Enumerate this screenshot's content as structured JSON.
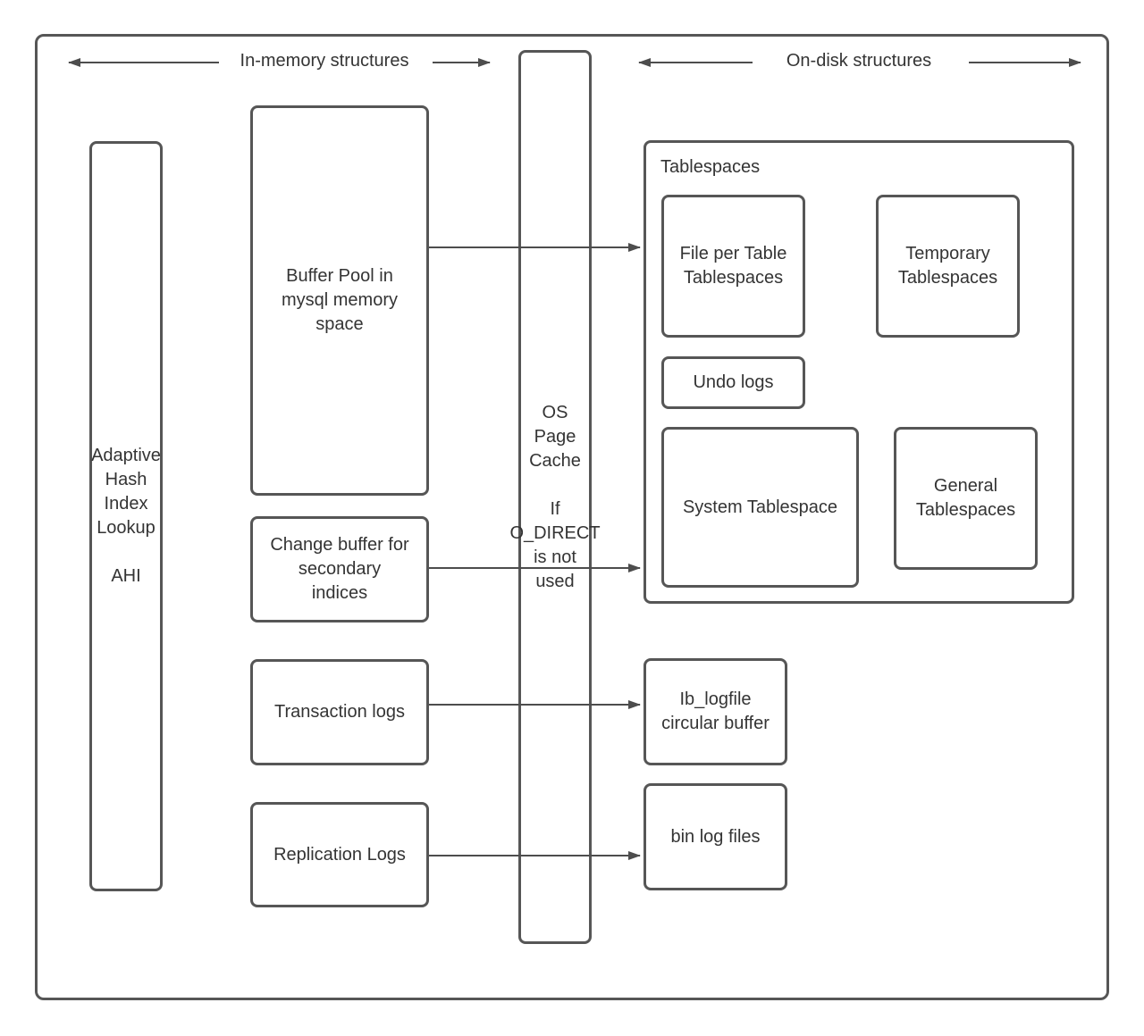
{
  "headers": {
    "in_memory_label": "In-memory structures",
    "on_disk_label": "On-disk structures"
  },
  "nodes": {
    "ahi": {
      "label": "Adaptive\nHash\nIndex\nLookup\n\nAHI"
    },
    "buffer_pool": {
      "label": "Buffer Pool in\nmysql memory\nspace"
    },
    "change_buffer": {
      "label": "Change buffer for\nsecondary\nindices"
    },
    "transaction_logs": {
      "label": "Transaction logs"
    },
    "replication_logs": {
      "label": "Replication Logs"
    },
    "os_page_cache": {
      "label": "OS\nPage\nCache\n\nIf\nO_DIRECT\nis not\nused"
    },
    "tablespaces": {
      "label": "Tablespaces"
    },
    "file_per_table": {
      "label": "File per Table\nTablespaces"
    },
    "temporary_tablespaces": {
      "label": "Temporary\nTablespaces"
    },
    "undo_logs": {
      "label": "Undo logs"
    },
    "system_tablespace": {
      "label": "System Tablespace"
    },
    "general_tablespaces": {
      "label": "General\nTablespaces"
    },
    "ib_logfile": {
      "label": "Ib_logfile\ncircular buffer"
    },
    "bin_log_files": {
      "label": "bin log files"
    }
  },
  "colors": {
    "stroke": "#565656",
    "arrow": "#4d4d4d",
    "text": "#343434",
    "background": "#ffffff"
  }
}
